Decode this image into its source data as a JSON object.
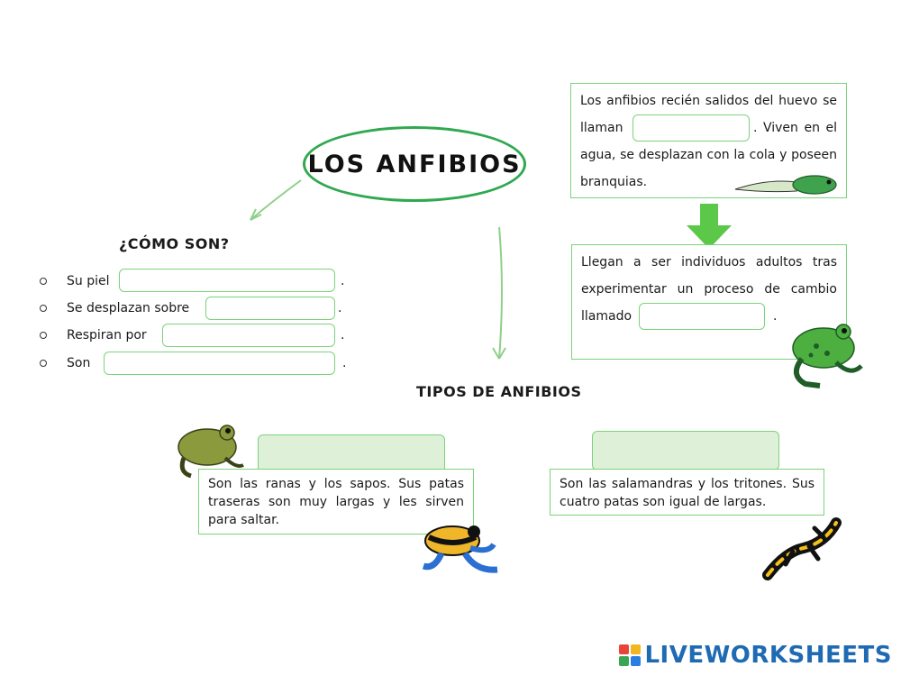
{
  "title": "LOS ANFIBIOS",
  "como_son": {
    "heading": "¿CÓMO SON?",
    "items": [
      {
        "label": "Su piel",
        "value": ""
      },
      {
        "label": "Se desplazan sobre",
        "value": ""
      },
      {
        "label": "Respiran por",
        "value": ""
      },
      {
        "label": "Son",
        "value": ""
      }
    ],
    "period": "."
  },
  "tipos": {
    "heading": "TIPOS DE ANFIBIOS"
  },
  "larva_box": {
    "text_before": "Los anfibios recién salidos del huevo se llaman",
    "text_after": ". Viven en el agua, se desplazan con la cola y poseen branquias."
  },
  "adult_box": {
    "text_before": "Llegan a ser individuos adultos tras experimentar un proceso de cambio llamado",
    "text_after": "."
  },
  "type_left": {
    "answer": "",
    "description": "Son las ranas y los sapos. Sus patas traseras son muy largas y les sirven para saltar."
  },
  "type_right": {
    "answer": "",
    "description": "Son las salamandras y los tritones. Sus cuatro patas son igual de largas."
  },
  "brand": {
    "text": "LIVEWORKSHEETS"
  },
  "colors": {
    "accent": "#2fa84f",
    "field_border": "#7bd37a",
    "pill_fill": "#dff0d8",
    "brand": "#1e6ab3"
  },
  "icons": [
    "tadpole-icon",
    "frog-icon",
    "toad-icon",
    "poison-dart-frog-icon",
    "salamander-icon",
    "down-arrow-icon"
  ]
}
